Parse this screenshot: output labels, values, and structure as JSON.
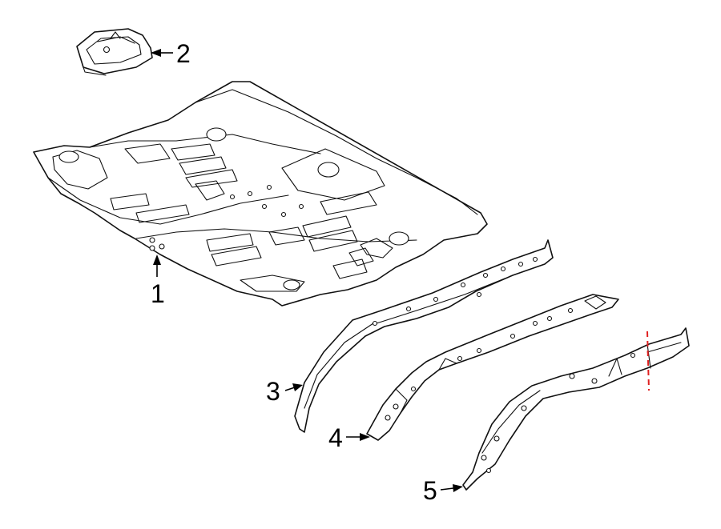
{
  "diagram": {
    "callouts": [
      {
        "id": "1",
        "label": "1"
      },
      {
        "id": "2",
        "label": "2"
      },
      {
        "id": "3",
        "label": "3"
      },
      {
        "id": "4",
        "label": "4"
      },
      {
        "id": "5",
        "label": "5"
      }
    ],
    "colors": {
      "line": "#111111",
      "background": "#ffffff",
      "cut_line": "#e02020"
    }
  }
}
